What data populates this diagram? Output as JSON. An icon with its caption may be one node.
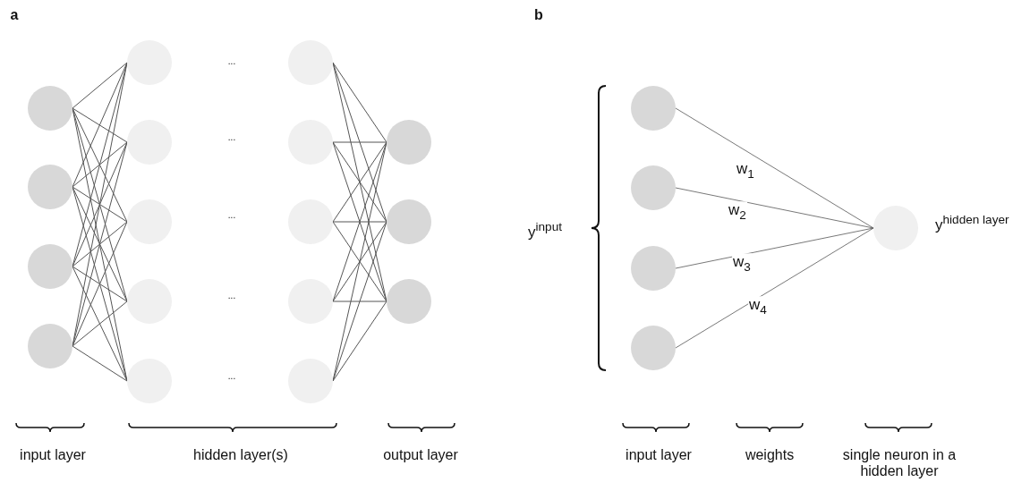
{
  "diagram": {
    "nodes": [
      {
        "text": [],
        "shape": "circle"
      },
      {
        "text": [],
        "shape": "circle"
      },
      {
        "text": [],
        "shape": "circle"
      },
      {
        "text": [],
        "shape": "circle"
      },
      {
        "text": [],
        "shape": "circle"
      },
      {
        "text": [],
        "shape": "circle"
      },
      {
        "text": [],
        "shape": "circle"
      },
      {
        "text": [],
        "shape": "circle"
      },
      {
        "text": [],
        "shape": "circle"
      },
      {
        "text": [],
        "shape": "circle"
      },
      {
        "text": [],
        "shape": "circle"
      },
      {
        "text": [],
        "shape": "circle"
      },
      {
        "text": [],
        "shape": "circle"
      },
      {
        "text": [],
        "shape": "circle"
      },
      {
        "text": [],
        "shape": "circle"
      },
      {
        "text": [],
        "shape": "circle"
      },
      {
        "text": [],
        "shape": "circle"
      },
      {
        "text": [],
        "shape": "circle"
      },
      {
        "text": [],
        "shape": "circle"
      },
      {
        "text": [],
        "shape": "circle"
      },
      {
        "text": [],
        "shape": "circle"
      },
      {
        "text": [],
        "shape": "circle",
        "beside": [
          "y$^{hidden layer}$"
        ]
      }
    ],
    "edges": [
      {
        "from": 0,
        "to": 4,
        "arrow": "none"
      },
      {
        "from": 0,
        "to": 5,
        "arrow": "none"
      },
      {
        "from": 0,
        "to": 6,
        "arrow": "none"
      },
      {
        "from": 0,
        "to": 7,
        "arrow": "none"
      },
      {
        "from": 0,
        "to": 8,
        "arrow": "none"
      },
      {
        "from": 1,
        "to": 4,
        "arrow": "none"
      },
      {
        "from": 1,
        "to": 5,
        "arrow": "none"
      },
      {
        "from": 1,
        "to": 6,
        "arrow": "none"
      },
      {
        "from": 1,
        "to": 7,
        "arrow": "none"
      },
      {
        "from": 1,
        "to": 8,
        "arrow": "none"
      },
      {
        "from": 2,
        "to": 4,
        "arrow": "none"
      },
      {
        "from": 2,
        "to": 5,
        "arrow": "none"
      },
      {
        "from": 2,
        "to": 6,
        "arrow": "none"
      },
      {
        "from": 2,
        "to": 7,
        "arrow": "none"
      },
      {
        "from": 2,
        "to": 8,
        "arrow": "none"
      },
      {
        "from": 3,
        "to": 4,
        "arrow": "none"
      },
      {
        "from": 3,
        "to": 5,
        "arrow": "none"
      },
      {
        "from": 3,
        "to": 6,
        "arrow": "none"
      },
      {
        "from": 3,
        "to": 7,
        "arrow": "none"
      },
      {
        "from": 3,
        "to": 8,
        "arrow": "none"
      },
      {
        "from": 9,
        "to": 14,
        "arrow": "none"
      },
      {
        "from": 9,
        "to": 15,
        "arrow": "none"
      },
      {
        "from": 9,
        "to": 16,
        "arrow": "none"
      },
      {
        "from": 10,
        "to": 14,
        "arrow": "none"
      },
      {
        "from": 10,
        "to": 15,
        "arrow": "none"
      },
      {
        "from": 10,
        "to": 16,
        "arrow": "none"
      },
      {
        "from": 11,
        "to": 14,
        "arrow": "none"
      },
      {
        "from": 11,
        "to": 15,
        "arrow": "none"
      },
      {
        "from": 11,
        "to": 16,
        "arrow": "none"
      },
      {
        "from": 12,
        "to": 14,
        "arrow": "none"
      },
      {
        "from": 12,
        "to": 15,
        "arrow": "none"
      },
      {
        "from": 12,
        "to": 16,
        "arrow": "none"
      },
      {
        "from": 13,
        "to": 14,
        "arrow": "none"
      },
      {
        "from": 13,
        "to": 15,
        "arrow": "none"
      },
      {
        "from": 13,
        "to": 16,
        "arrow": "none"
      },
      {
        "from": 17,
        "to": 21,
        "arrow": "none",
        "label": "w$_{1}$"
      },
      {
        "from": 18,
        "to": 21,
        "arrow": "none",
        "label": "w$_{2}$"
      },
      {
        "from": 19,
        "to": 21,
        "arrow": "none",
        "label": "w$_{3}$"
      },
      {
        "from": 20,
        "to": 21,
        "arrow": "none",
        "label": "w$_{4}$"
      }
    ],
    "labels": [
      "a",
      "b",
      "...",
      "...",
      "...",
      "...",
      "...",
      "y$^{input}$",
      "input layer",
      "hidden layer(s)",
      "output layer",
      "input layer",
      "weights",
      "single neuron in a hidden layer"
    ]
  }
}
